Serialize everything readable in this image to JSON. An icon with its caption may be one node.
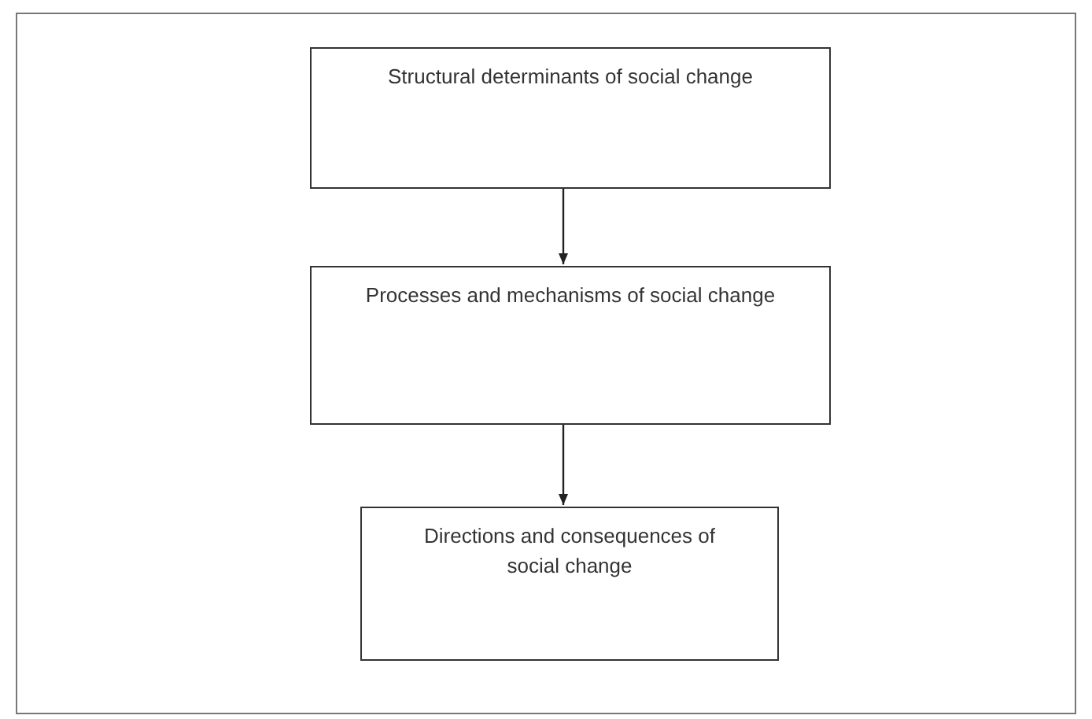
{
  "diagram": {
    "nodes": [
      {
        "text": [
          "Structural determinants of social change"
        ]
      },
      {
        "text": [
          "Processes and mechanisms of social change"
        ]
      },
      {
        "text": [
          "Directions and consequences of social change"
        ]
      }
    ],
    "edges": [
      {
        "from": 0,
        "to": 1,
        "arrow": "to"
      },
      {
        "from": 1,
        "to": 2,
        "arrow": "to"
      }
    ]
  }
}
